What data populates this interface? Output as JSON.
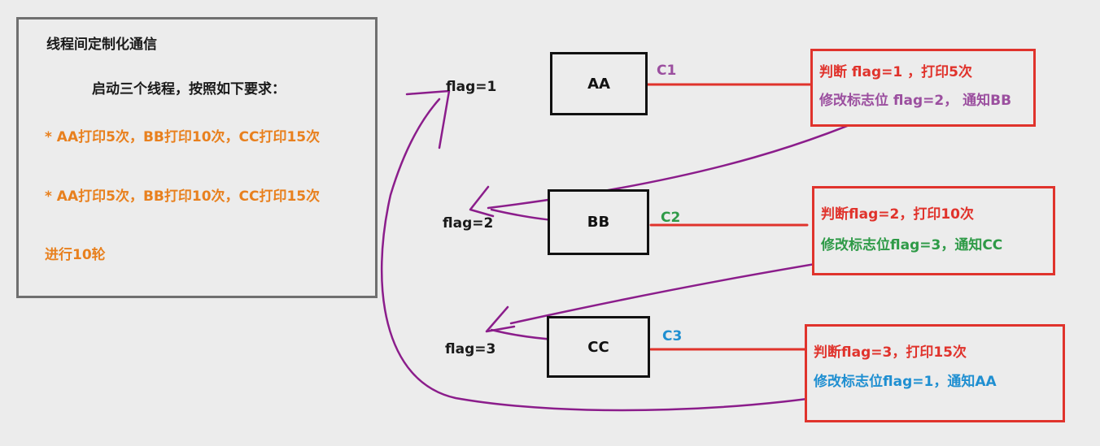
{
  "requirements": {
    "title": "线程间定制化通信",
    "intro": "启动三个线程，按照如下要求：",
    "rule_1": "* AA打印5次，BB打印10次，CC打印15次",
    "rule_2": "* AA打印5次，BB打印10次，CC打印15次",
    "rounds": "进行10轮"
  },
  "flags": {
    "flag_1": "flag=1",
    "flag_2": "flag=2",
    "flag_3": "flag=3"
  },
  "threads": {
    "aa": "AA",
    "bb": "BB",
    "cc": "CC"
  },
  "conditions": {
    "c1": "C1",
    "c2": "C2",
    "c3": "C3"
  },
  "notes": {
    "aa": {
      "check": "判断 flag=1 ，打印5次",
      "update": "修改标志位 flag=2， 通知BB"
    },
    "bb": {
      "check": "判断flag=2，打印10次",
      "update": "修改标志位flag=3，通知CC"
    },
    "cc": {
      "check": "判断flag=3，打印15次",
      "update": "修改标志位flag=1，通知AA"
    }
  },
  "colors": {
    "c1": "#9b4f9f",
    "c2": "#2e9a47",
    "c3": "#1f8fd1",
    "red": "#e0332c",
    "orange": "#e8801e",
    "arrow": "#8b1d8b"
  }
}
